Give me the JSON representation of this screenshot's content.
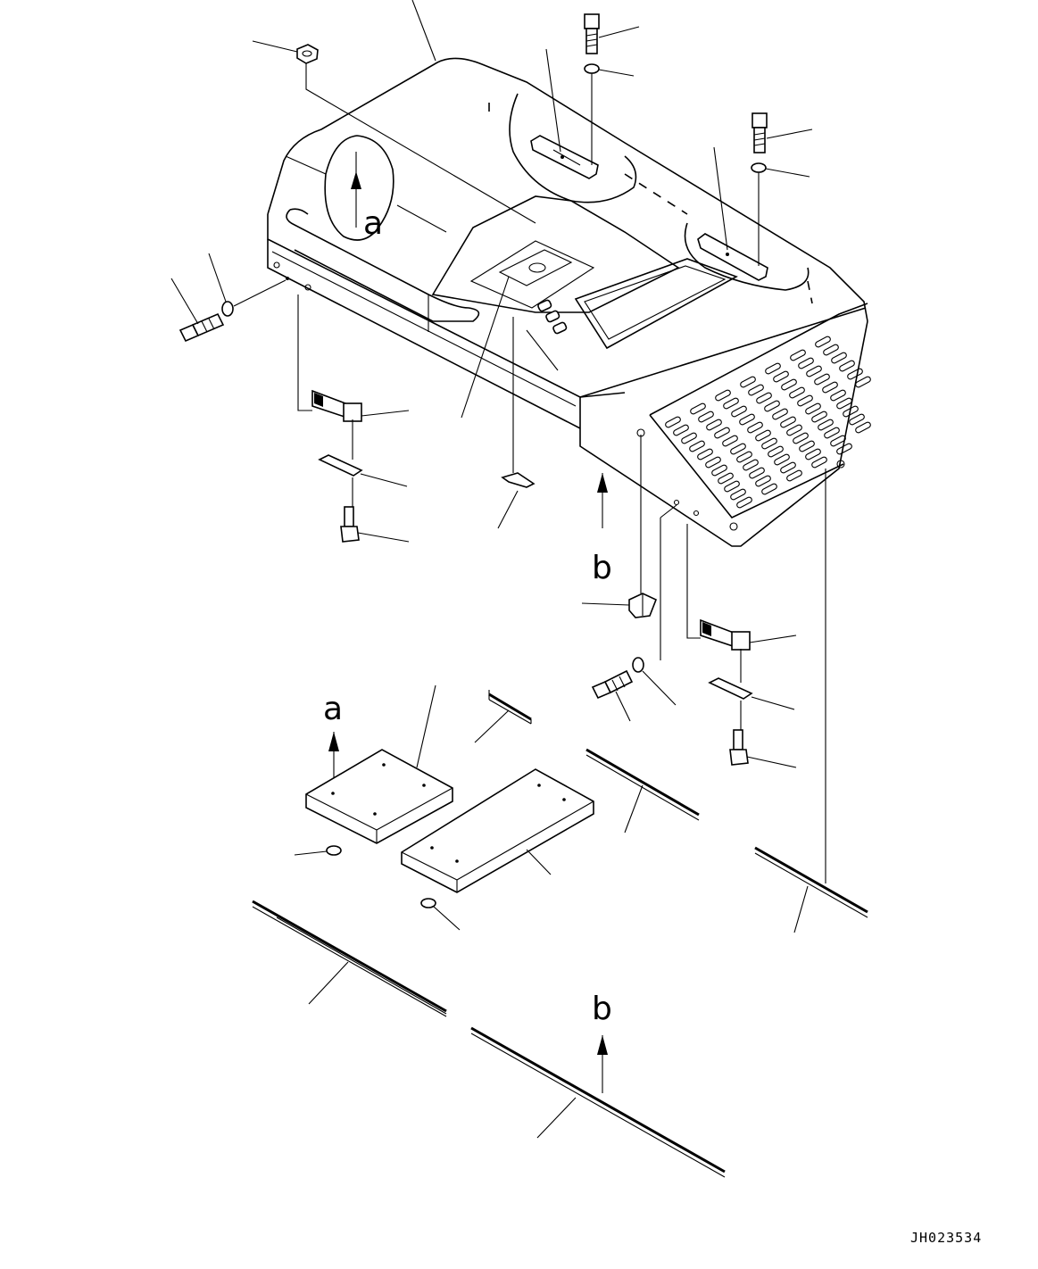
{
  "drawing_code": "JH023534",
  "view_labels": {
    "a": "a",
    "b": "b"
  }
}
